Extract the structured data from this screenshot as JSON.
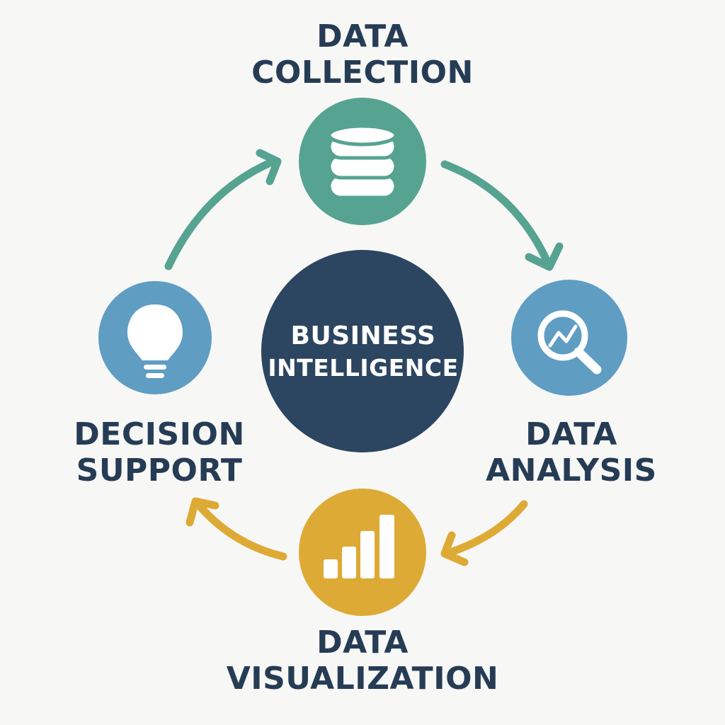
{
  "center": {
    "line1": "BUSINESS",
    "line2": "INTELLIGENCE",
    "color": "#2c4560"
  },
  "steps": {
    "collection": {
      "line1": "DATA",
      "line2": "COLLECTION",
      "icon": "database-icon",
      "color": "#56a391"
    },
    "analysis": {
      "line1": "DATA",
      "line2": "ANALYSIS",
      "icon": "magnifier-trend-icon",
      "color": "#5f9dc3"
    },
    "visualization": {
      "line1": "DATA",
      "line2": "VISUALIZATION",
      "icon": "bar-chart-icon",
      "color": "#deaa36"
    },
    "decision": {
      "line1": "DECISION",
      "line2": "SUPPORT",
      "icon": "lightbulb-icon",
      "color": "#5f9dc3"
    }
  },
  "colors": {
    "background": "#f7f7f6",
    "text": "#263c55",
    "arrow_green": "#56a391",
    "arrow_yellow": "#deaa36"
  }
}
